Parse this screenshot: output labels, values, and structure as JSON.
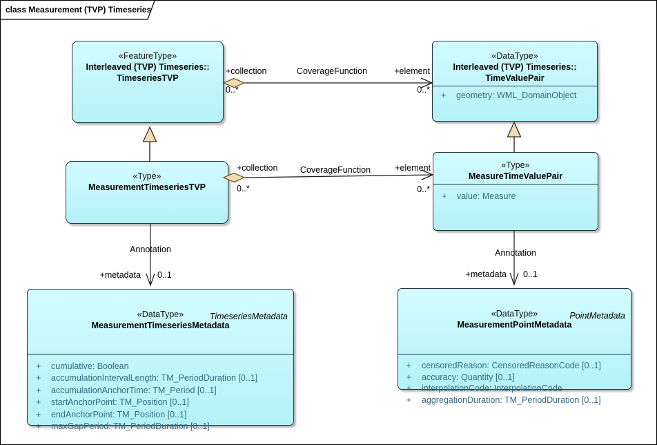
{
  "frame": {
    "title": "class Measurement (TVP) Timeseries"
  },
  "colors": {
    "box_fill_top": "#d2fcff",
    "box_fill_bottom": "#b4f1f7",
    "box_border": "#24343a",
    "attribute_text": "#366b85",
    "aggregation_diamond_fill": "#f1ddb2",
    "generalization_triangle_fill": "#f1ddb2",
    "line": "#1a1a1a"
  },
  "classes": [
    {
      "id": "timeseries-tvp",
      "stereotype": "«FeatureType»",
      "name_lines": [
        "Interleaved (TVP) Timeseries::",
        "TimeseriesTVP"
      ],
      "attributes": []
    },
    {
      "id": "time-value-pair",
      "stereotype": "«DataType»",
      "name_lines": [
        "Interleaved (TVP) Timeseries::",
        "TimeValuePair"
      ],
      "attributes": [
        {
          "visibility": "+",
          "text": "geometry: WML_DomainObject"
        }
      ]
    },
    {
      "id": "measurement-timeseries-tvp",
      "stereotype": "«Type»",
      "name_lines": [
        "MeasurementTimeseriesTVP"
      ],
      "attributes": []
    },
    {
      "id": "measure-time-value-pair",
      "stereotype": "«Type»",
      "name_lines": [
        "MeasureTimeValuePair"
      ],
      "attributes": [
        {
          "visibility": "+",
          "text": "value: Measure"
        }
      ]
    },
    {
      "id": "measurement-timeseries-metadata",
      "corner_label": "TimeseriesMetadata",
      "stereotype": "«DataType»",
      "name_lines": [
        "MeasurementTimeseriesMetadata"
      ],
      "attributes": [
        {
          "visibility": "+",
          "text": "cumulative: Boolean"
        },
        {
          "visibility": "+",
          "text": "accumulationIntervalLength: TM_PeriodDuration [0..1]"
        },
        {
          "visibility": "+",
          "text": "accumulationAnchorTime: TM_Period [0..1]"
        },
        {
          "visibility": "+",
          "text": "startAnchorPoint: TM_Position [0..1]"
        },
        {
          "visibility": "+",
          "text": "endAnchorPoint: TM_Position [0..1]"
        },
        {
          "visibility": "+",
          "text": "maxGapPeriod: TM_PeriodDuration [0..1]"
        }
      ]
    },
    {
      "id": "measurement-point-metadata",
      "corner_label": "PointMetadata",
      "stereotype": "«DataType»",
      "name_lines": [
        "MeasurementPointMetadata"
      ],
      "attributes": [
        {
          "visibility": "+",
          "text": "censoredReason: CensoredReasonCode [0..1]"
        },
        {
          "visibility": "+",
          "text": "accuracy: Quantity [0..1]"
        },
        {
          "visibility": "+",
          "text": "interpolationCode: InterpolationCode"
        },
        {
          "visibility": "+",
          "text": "aggregationDuration: TM_PeriodDuration [0..1]"
        }
      ]
    }
  ],
  "connectors": {
    "associations": [
      {
        "name": "CoverageFunction",
        "source_role": "+collection",
        "source_multiplicity": "0..*",
        "target_role": "+element",
        "target_multiplicity": "0..*"
      },
      {
        "name": "CoverageFunction",
        "source_role": "+collection",
        "source_multiplicity": "0..*",
        "target_role": "+element",
        "target_multiplicity": "0..*"
      }
    ],
    "annotations": [
      {
        "name": "Annotation",
        "target_role": "+metadata",
        "target_multiplicity": "0..1"
      },
      {
        "name": "Annotation",
        "target_role": "+metadata",
        "target_multiplicity": "0..1"
      }
    ]
  }
}
